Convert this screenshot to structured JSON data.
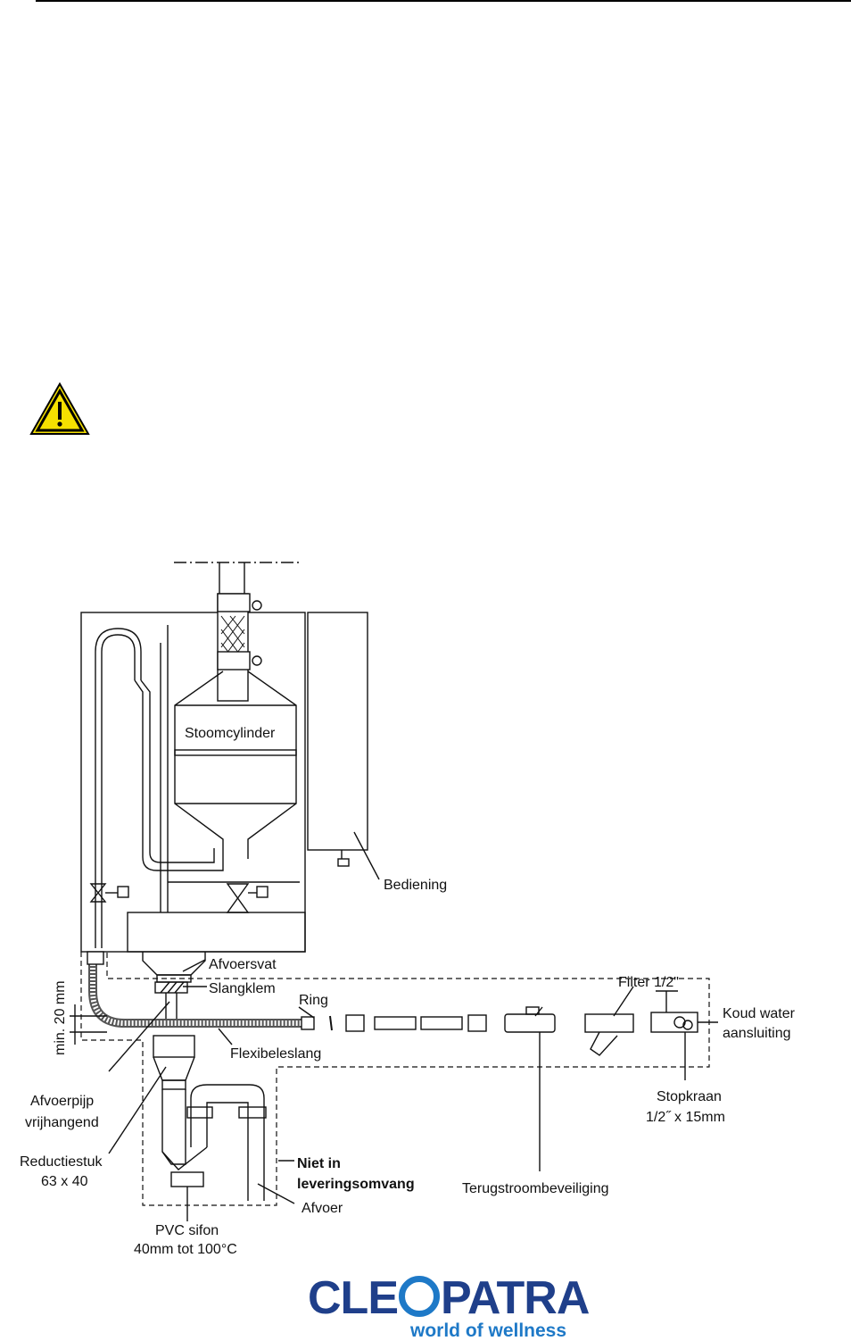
{
  "labels": {
    "stoomcylinder": "Stoomcylinder",
    "bediening": "Bediening",
    "afvoersvat": "Afvoersvat",
    "slangklem": "Slangklem",
    "ring": "Ring",
    "flexibeleslang": "Flexibeleslang",
    "filter": "Filter 1/2\"",
    "koud_water_1": "Koud water",
    "koud_water_2": "aansluiting",
    "stopkraan_1": "Stopkraan",
    "stopkraan_2": "1/2˝ x 15mm",
    "min20": "min. 20 mm",
    "afvoerpijp_1": "Afvoerpijp",
    "afvoerpijp_2": "vrijhangend",
    "reductiestuk_1": "Reductiestuk",
    "reductiestuk_2": "63 x 40",
    "niet_in_1": "Niet in",
    "niet_in_2": "leveringsomvang",
    "terugstroom": "Terugstroombeveiliging",
    "afvoer": "Afvoer",
    "pvc_1": "PVC sifon",
    "pvc_2": "40mm tot 100°C"
  },
  "logo": {
    "brand_left": "CLE",
    "brand_right": "PATRA",
    "tagline": "world of wellness"
  },
  "icons": [
    "warning-triangle-icon"
  ],
  "colors": {
    "warning": "#f5e000",
    "brand_dark": "#1f3f8a",
    "brand_light": "#1e79c7"
  }
}
